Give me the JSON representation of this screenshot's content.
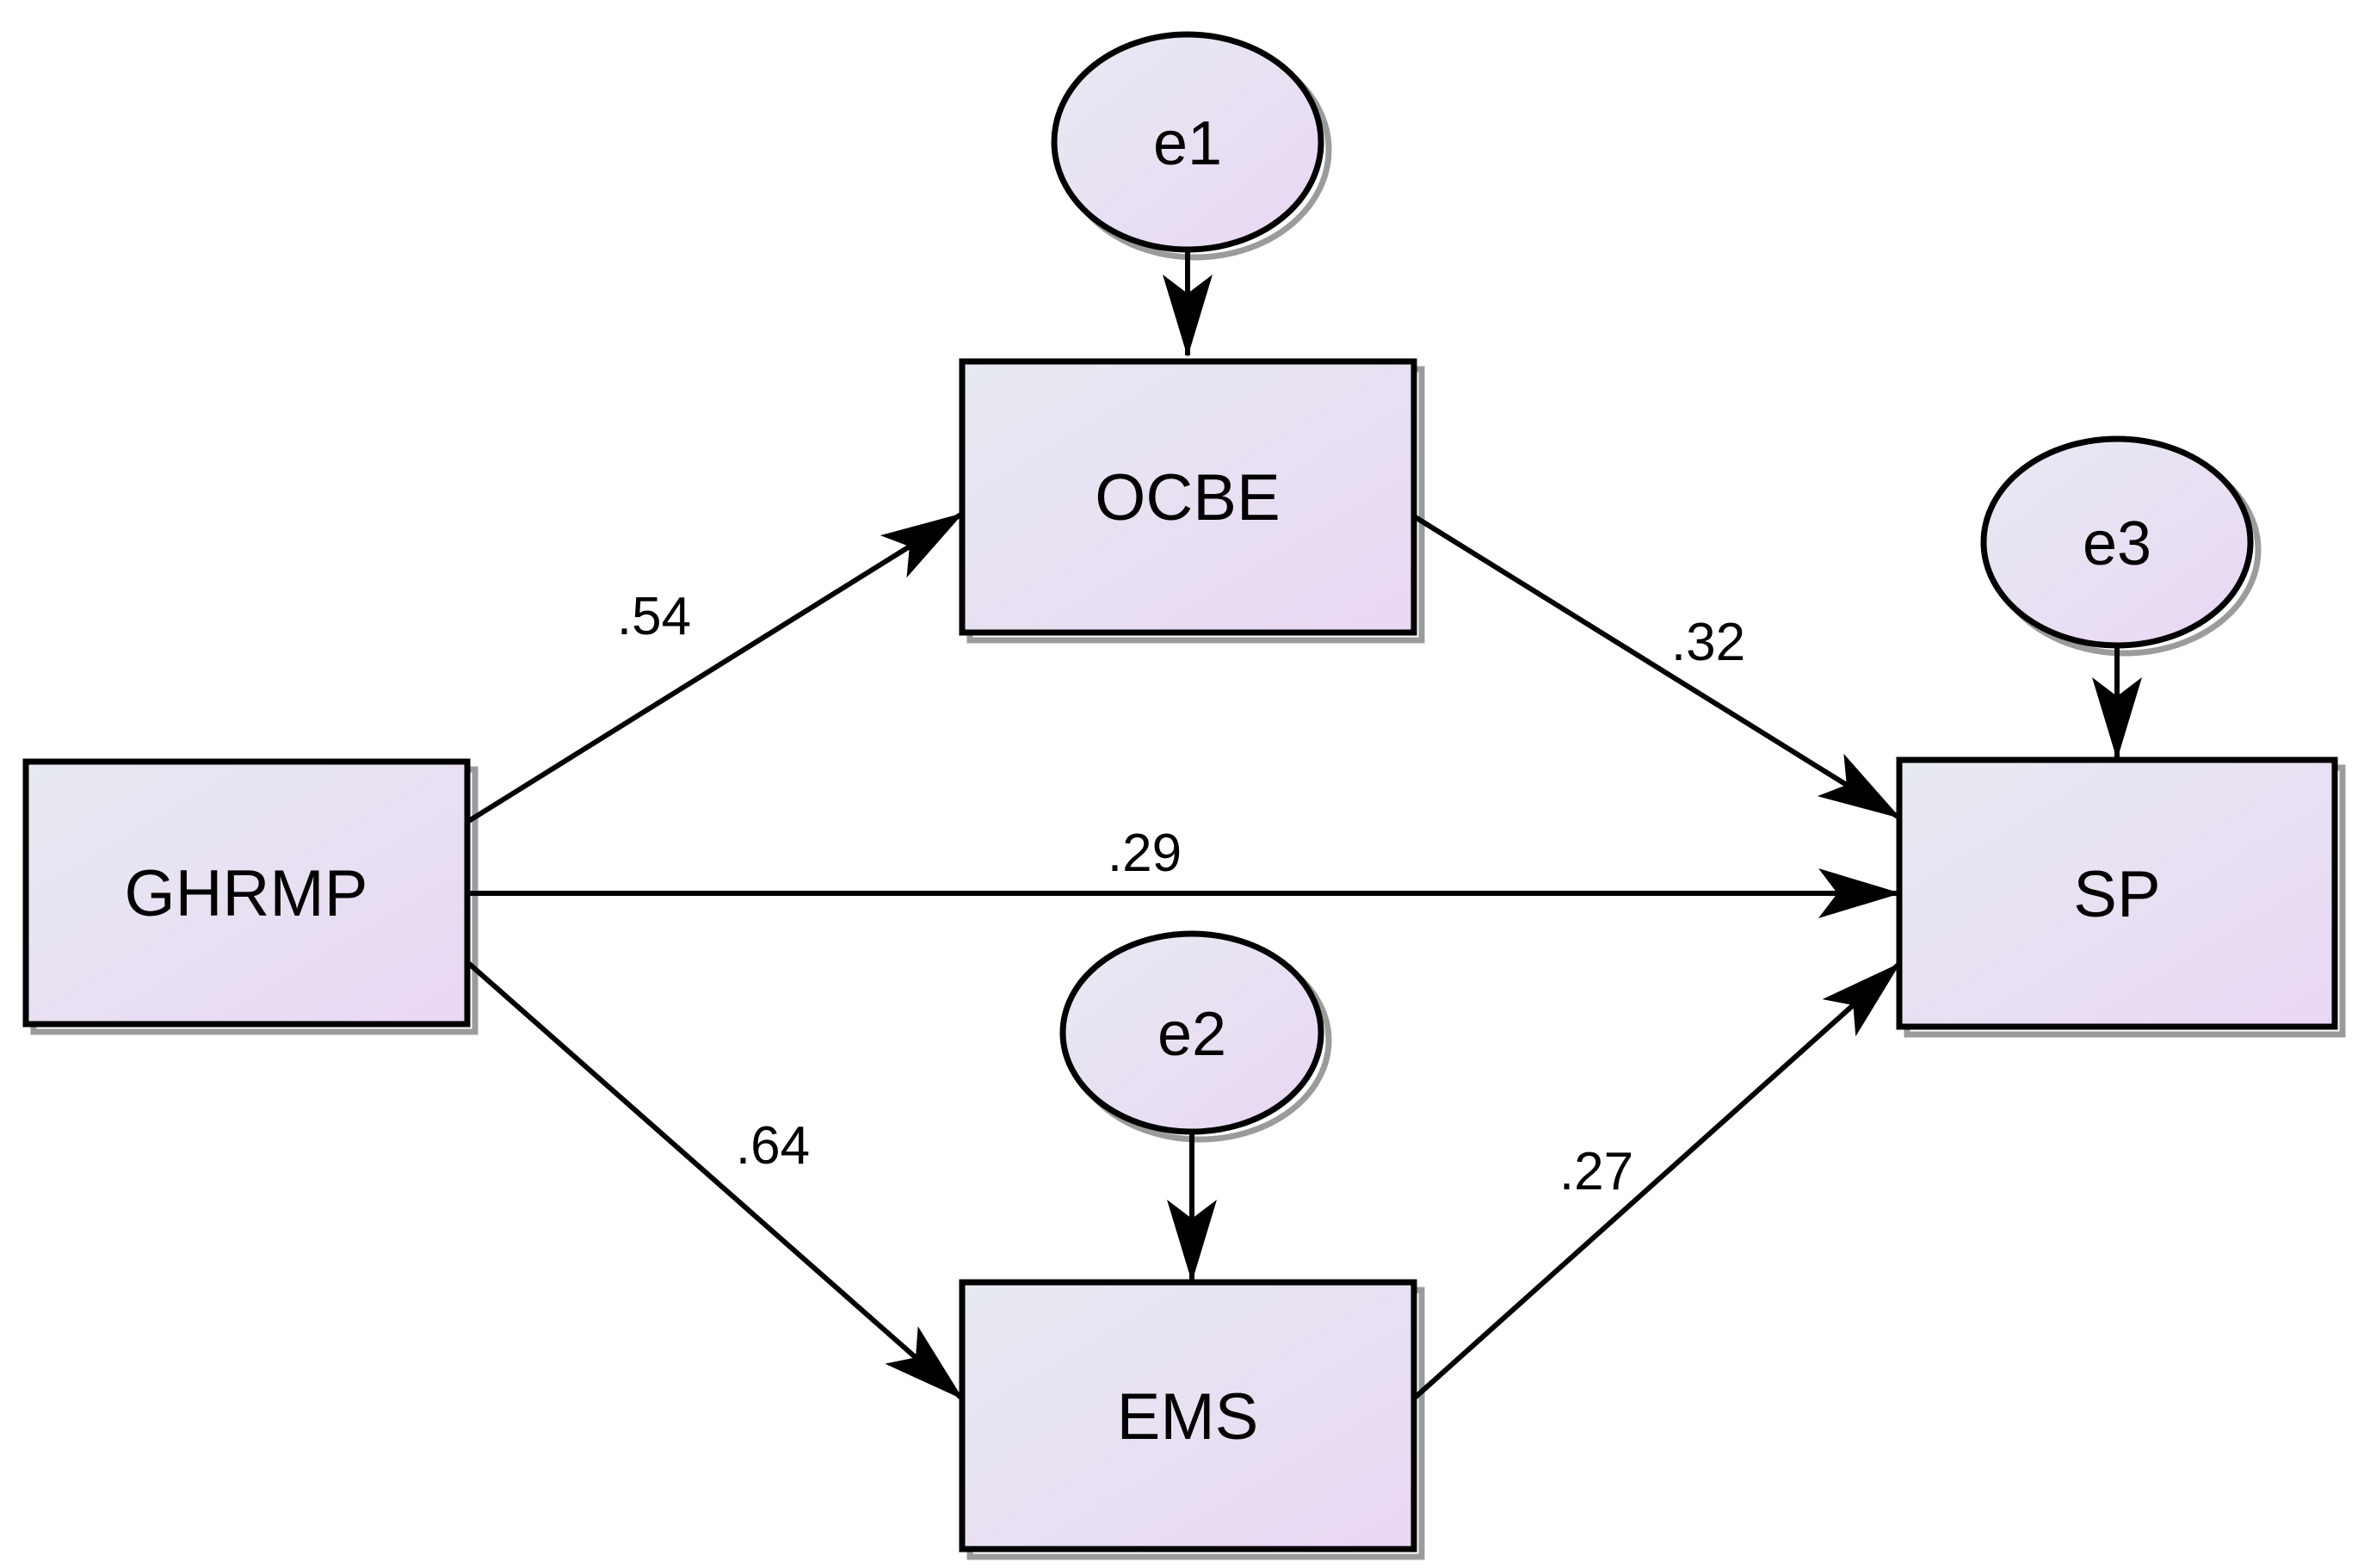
{
  "diagram": {
    "type": "sem-path-model",
    "background": "#ffffff",
    "colors": {
      "node_fill_start": "#e7eaf1",
      "node_fill_end": "#e9d7f4",
      "border": "#000000",
      "shadow": "#9b9b9b",
      "text": "#000000"
    },
    "nodes": [
      {
        "id": "GHRMP",
        "label": "GHRMP",
        "shape": "rectangle",
        "role": "exogenous-variable"
      },
      {
        "id": "OCBE",
        "label": "OCBE",
        "shape": "rectangle",
        "role": "mediator-variable"
      },
      {
        "id": "EMS",
        "label": "EMS",
        "shape": "rectangle",
        "role": "mediator-variable"
      },
      {
        "id": "SP",
        "label": "SP",
        "shape": "rectangle",
        "role": "outcome-variable"
      },
      {
        "id": "e1",
        "label": "e1",
        "shape": "ellipse",
        "role": "error-term"
      },
      {
        "id": "e2",
        "label": "e2",
        "shape": "ellipse",
        "role": "error-term"
      },
      {
        "id": "e3",
        "label": "e3",
        "shape": "ellipse",
        "role": "error-term"
      }
    ],
    "paths": [
      {
        "from": "GHRMP",
        "to": "OCBE",
        "coefficient": ".54"
      },
      {
        "from": "GHRMP",
        "to": "SP",
        "coefficient": ".29"
      },
      {
        "from": "GHRMP",
        "to": "EMS",
        "coefficient": ".64"
      },
      {
        "from": "OCBE",
        "to": "SP",
        "coefficient": ".32"
      },
      {
        "from": "EMS",
        "to": "SP",
        "coefficient": ".27"
      },
      {
        "from": "e1",
        "to": "OCBE",
        "coefficient": ""
      },
      {
        "from": "e2",
        "to": "EMS",
        "coefficient": ""
      },
      {
        "from": "e3",
        "to": "SP",
        "coefficient": ""
      }
    ]
  }
}
